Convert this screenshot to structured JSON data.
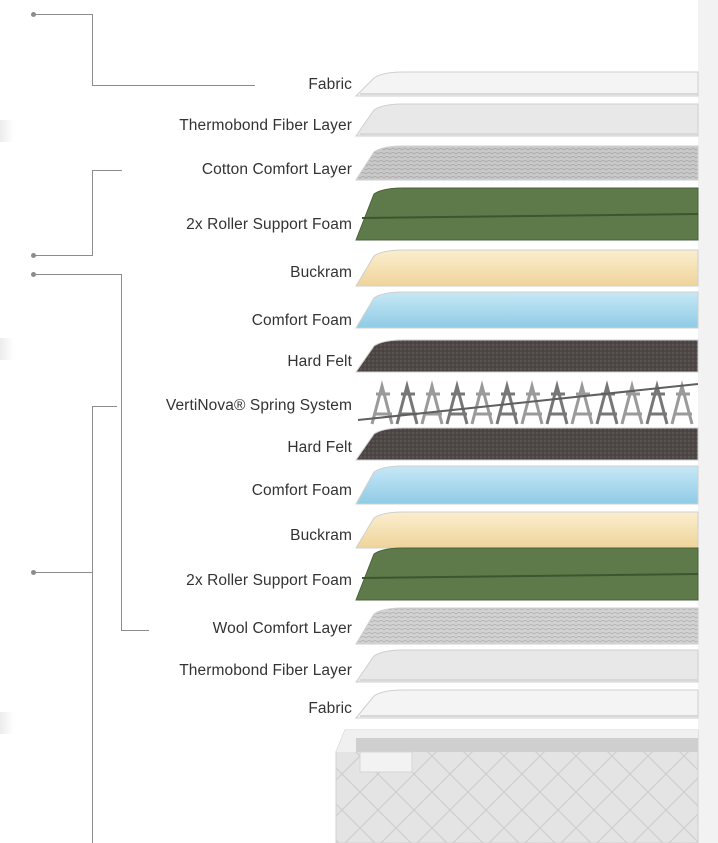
{
  "layers": [
    {
      "label": "Fabric",
      "kind": "fabric"
    },
    {
      "label": "Thermobond Fiber Layer",
      "kind": "fiber"
    },
    {
      "label": "Cotton Comfort Layer",
      "kind": "cotton"
    },
    {
      "label": "2x Roller Support Foam",
      "kind": "roller"
    },
    {
      "label": "Buckram",
      "kind": "buckram"
    },
    {
      "label": "Comfort Foam",
      "kind": "comfort"
    },
    {
      "label": "Hard Felt",
      "kind": "felt"
    },
    {
      "label": "VertiNova® Spring System",
      "kind": "spring"
    },
    {
      "label": "Hard Felt",
      "kind": "felt"
    },
    {
      "label": "Comfort Foam",
      "kind": "comfort"
    },
    {
      "label": "Buckram",
      "kind": "buckram"
    },
    {
      "label": "2x Roller Support Foam",
      "kind": "roller"
    },
    {
      "label": "Wool Comfort Layer",
      "kind": "wool"
    },
    {
      "label": "Thermobond Fiber Layer",
      "kind": "fiber"
    },
    {
      "label": "Fabric",
      "kind": "fabric"
    }
  ],
  "colors": {
    "fabric": "#f4f4f4",
    "fiber": "#e8e8e8",
    "cotton": "#bdbdbd",
    "roller": "#5e7a4a",
    "buckram": "#f7e3b5",
    "comfort": "#a9d9ee",
    "felt": "#4d4745",
    "spring": "#8a8a8a",
    "wool": "#c4c4c4",
    "base": "#e3e3e3",
    "line": "#8c8c8c",
    "text": "#333333"
  }
}
